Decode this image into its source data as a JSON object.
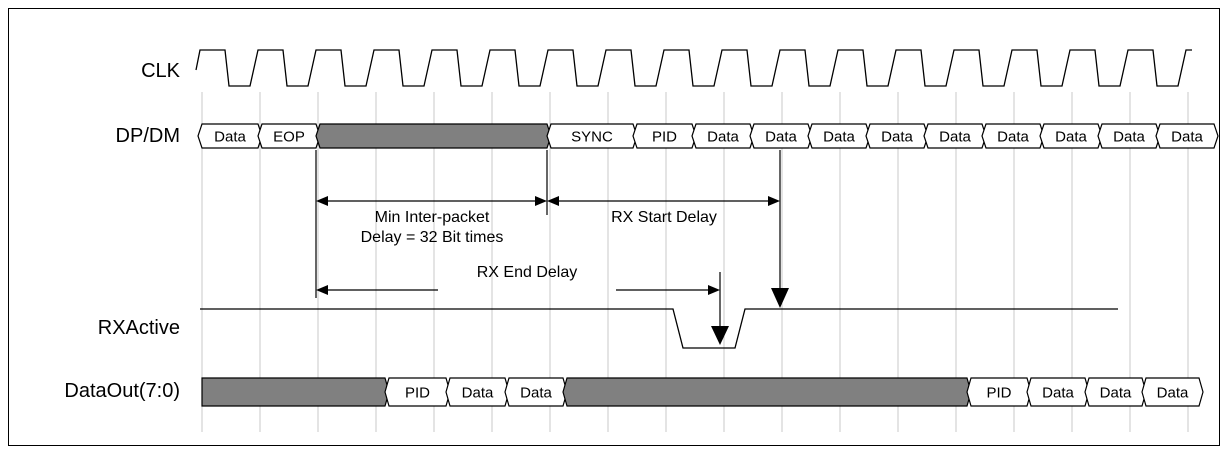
{
  "signals": {
    "clk": "CLK",
    "dpdm": "DP/DM",
    "rxactive": "RXActive",
    "dataout": "DataOut(7:0)"
  },
  "dpdm_cells": [
    "Data",
    "EOP",
    "SYNC",
    "PID",
    "Data",
    "Data",
    "Data",
    "Data",
    "Data",
    "Data",
    "Data",
    "Data",
    "Data"
  ],
  "dataout_cells": [
    "PID",
    "Data",
    "Data",
    "PID",
    "Data",
    "Data",
    "Data"
  ],
  "annotations": {
    "min_gap_line1": "Min Inter-packet",
    "min_gap_line2": "Delay = 32 Bit times",
    "rx_start": "RX Start Delay",
    "rx_end": "RX End Delay"
  }
}
